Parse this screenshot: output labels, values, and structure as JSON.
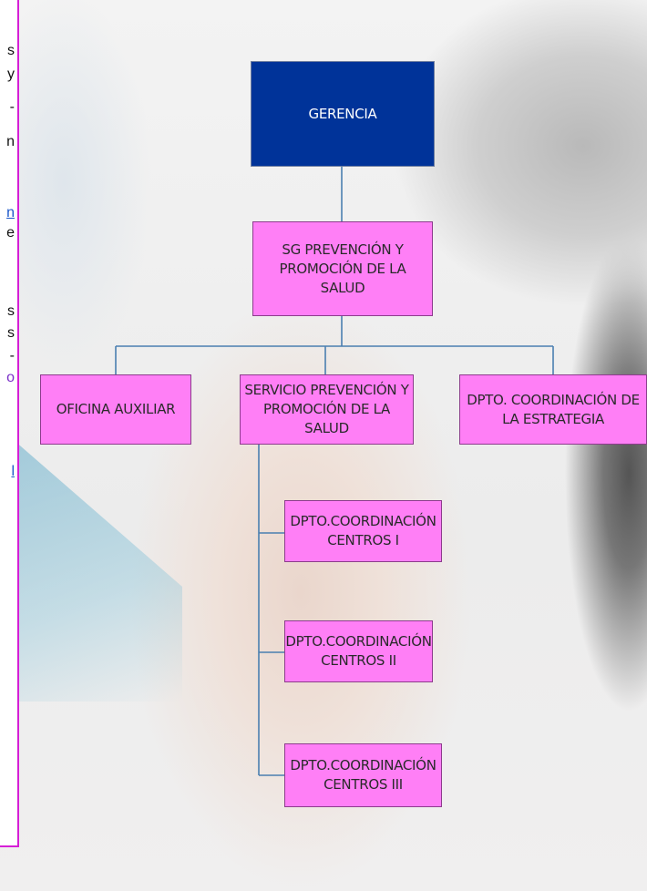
{
  "side_text": {
    "fragments": [
      "s",
      "y",
      "-",
      "n",
      "n",
      "e",
      "s",
      "s",
      "-",
      "o",
      "l"
    ]
  },
  "org_chart": {
    "root": "GERENCIA",
    "level1": "SG PREVENCIÓN Y PROMOCIÓN DE LA SALUD",
    "level2": {
      "left": "OFICINA AUXILIAR",
      "center": "SERVICIO PREVENCIÓN Y PROMOCIÓN DE LA SALUD",
      "right": "DPTO. COORDINACIÓN DE LA ESTRATEGIA"
    },
    "departments": [
      "DPTO.COORDINACIÓN CENTROS I",
      "DPTO.COORDINACIÓN CENTROS II",
      "DPTO.COORDINACIÓN CENTROS III"
    ]
  },
  "colors": {
    "root_fill": "#003399",
    "node_fill": "#ff7ff6",
    "connector": "#4a7fb0",
    "frame": "#d61fd6"
  }
}
